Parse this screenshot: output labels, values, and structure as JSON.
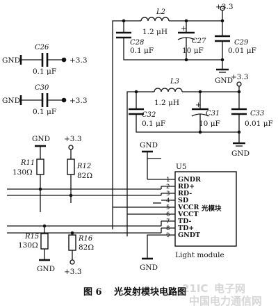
{
  "figure": {
    "caption_num": "图 6",
    "caption_title": "光发射模块电路图"
  },
  "watermark": {
    "logo": "21IC",
    "site": "电子网",
    "site2": "中国电力通信网"
  },
  "nets": {
    "vcc": "+3.3",
    "gnd": "GND"
  },
  "inductors": [
    {
      "ref": "L2",
      "value": "1.2 μH"
    },
    {
      "ref": "L3",
      "value": "1.2 μH"
    }
  ],
  "capacitors": [
    {
      "ref": "C26",
      "value": "0.1 μF"
    },
    {
      "ref": "C28",
      "value": "0.1 μF"
    },
    {
      "ref": "C27",
      "value": "10 μF"
    },
    {
      "ref": "C29",
      "value": "0.01 μF"
    },
    {
      "ref": "C30",
      "value": "0.1 μF"
    },
    {
      "ref": "C32",
      "value": "0.1 μF"
    },
    {
      "ref": "C31",
      "value": "10 μF"
    },
    {
      "ref": "C33",
      "value": "0.01 μF"
    }
  ],
  "resistors": [
    {
      "ref": "R11",
      "value": "130Ω"
    },
    {
      "ref": "R12",
      "value": "82Ω"
    },
    {
      "ref": "R15",
      "value": "130Ω"
    },
    {
      "ref": "R16",
      "value": "82Ω"
    }
  ],
  "module": {
    "ref": "U5",
    "name": "光模块",
    "subtitle": "Light module",
    "pins": [
      {
        "num": "1",
        "label": "GNDR"
      },
      {
        "num": "2",
        "label": "RD+"
      },
      {
        "num": "3",
        "label": "RD-"
      },
      {
        "num": "4",
        "label": "SD"
      },
      {
        "num": "5",
        "label": "VCCR"
      },
      {
        "num": "6",
        "label": "VCCT"
      },
      {
        "num": "7",
        "label": "TD-"
      },
      {
        "num": "8",
        "label": "TD+"
      },
      {
        "num": "9",
        "label": "GNDT"
      }
    ]
  },
  "polarity": "+"
}
